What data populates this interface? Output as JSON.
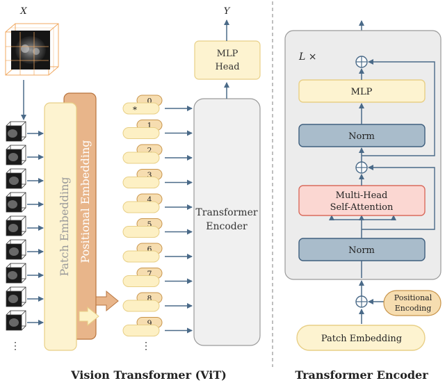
{
  "vit": {
    "input_label": "X",
    "output_label": "Y",
    "patch_embedding_label": "Patch Embedding",
    "positional_embedding_label": "Positional Embedding",
    "class_token_symbol": "*",
    "token_indices": [
      "0",
      "1",
      "2",
      "3",
      "4",
      "5",
      "6",
      "7",
      "8",
      "9"
    ],
    "ellipsis": "⋮",
    "encoder_label_line1": "Transformer",
    "encoder_label_line2": "Encoder",
    "head_label_line1": "MLP",
    "head_label_line2": "Head",
    "caption": "Vision Transformer (ViT)"
  },
  "encoder": {
    "repeat_label": "L ×",
    "mlp_label": "MLP",
    "norm_top_label": "Norm",
    "attention_label_line1": "Multi-Head",
    "attention_label_line2": "Self-Attention",
    "norm_bottom_label": "Norm",
    "positional_encoding_line1": "Positional",
    "positional_encoding_line2": "Encoding",
    "patch_embedding_label": "Patch Embedding",
    "caption": "Transformer Encoder"
  },
  "colors": {
    "arrow": "#4a6a88",
    "yellow_fill": "#fdf3d0",
    "yellow_stroke": "#e8cf86",
    "orange_fill": "#e8b58a",
    "orange_stroke": "#b8743e",
    "token_fill": "#fdf0c4",
    "token_stroke": "#c8944a",
    "index_fill": "#f6ddb0",
    "gray_fill": "#f0f0f0",
    "gray_stroke": "#9a9a9a",
    "norm_fill": "#a9bccb",
    "norm_stroke": "#3f5f7e",
    "attn_fill": "#fbd7d2",
    "attn_stroke": "#d96b5d",
    "cube_orange": "#f0a860"
  }
}
